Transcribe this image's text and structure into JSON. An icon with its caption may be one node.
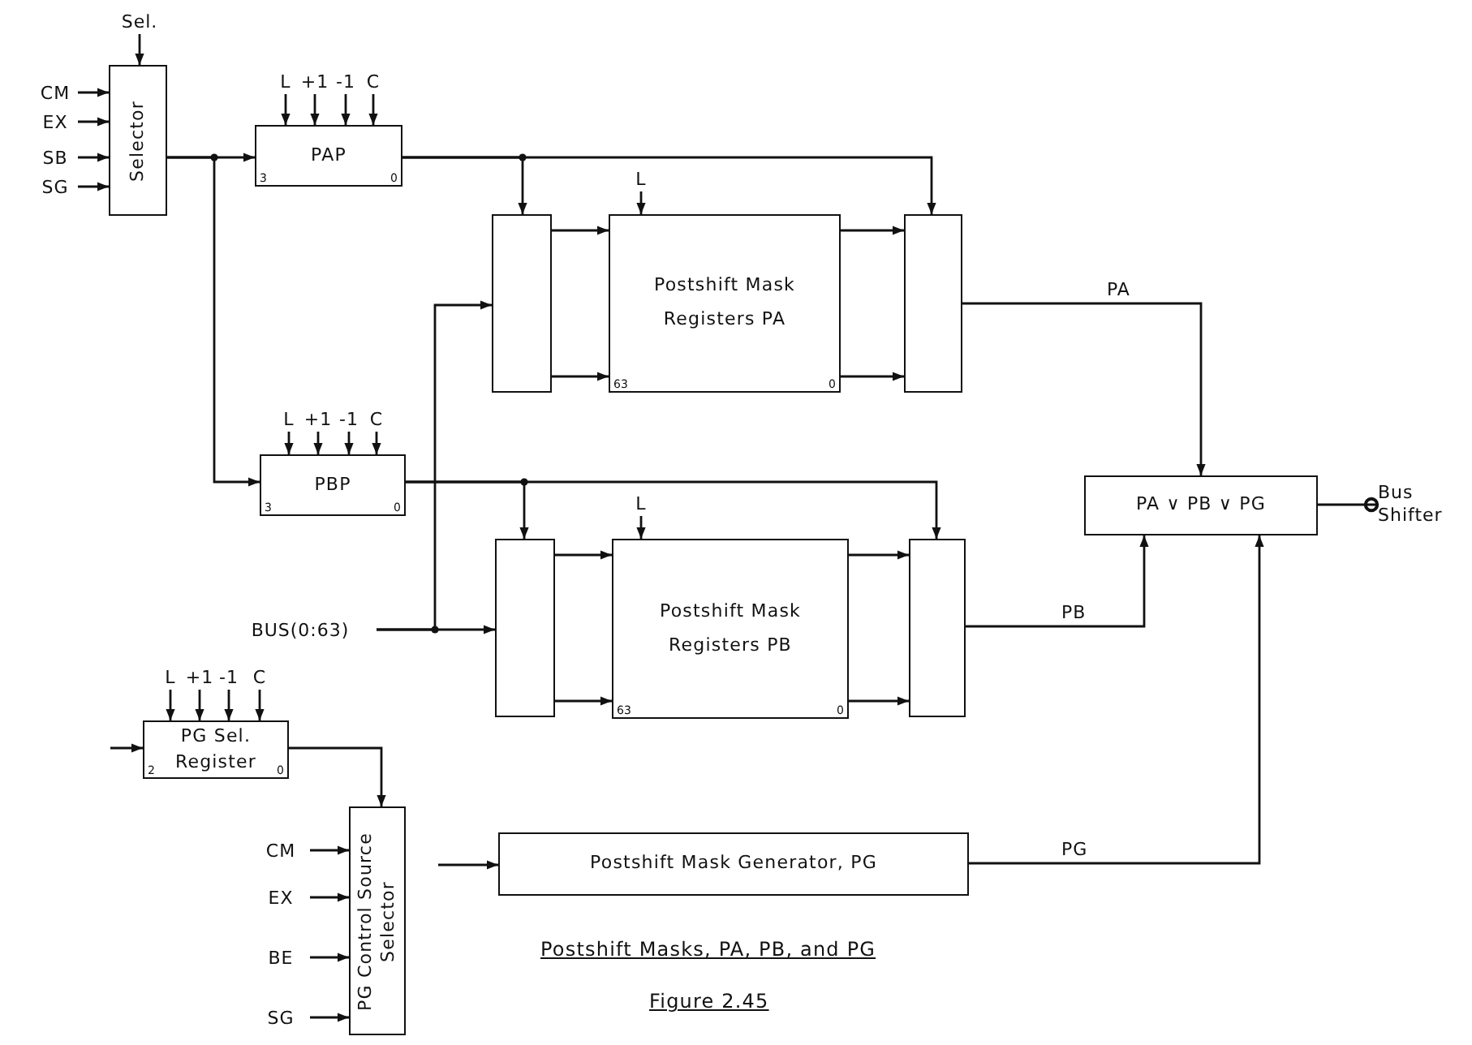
{
  "diagram": {
    "title": "Postshift Masks, PA, PB, and PG",
    "caption": "Figure 2.45",
    "nodes": [
      {
        "text": [
          "Sel."
        ]
      },
      {
        "text": [
          "CM"
        ]
      },
      {
        "text": [
          "EX"
        ]
      },
      {
        "text": [
          "SB"
        ]
      },
      {
        "text": [
          "SG"
        ]
      },
      {
        "text": [
          "Selector"
        ]
      },
      {
        "text": [
          "L"
        ]
      },
      {
        "text": [
          "+1"
        ]
      },
      {
        "text": [
          "-1"
        ]
      },
      {
        "text": [
          "C"
        ]
      },
      {
        "text": [
          "PAP",
          "3",
          "0"
        ]
      },
      {
        "text": [
          "L"
        ]
      },
      {
        "text": [
          "+1"
        ]
      },
      {
        "text": [
          "-1"
        ]
      },
      {
        "text": [
          "C"
        ]
      },
      {
        "text": [
          "PBP",
          "3",
          "0"
        ]
      },
      {
        "text": [],
        "shape": "box"
      },
      {
        "text": [
          "L"
        ]
      },
      {
        "text": [
          "Postshift Mask Registers PA",
          "63",
          "0"
        ]
      },
      {
        "text": [],
        "shape": "box"
      },
      {
        "text": [],
        "shape": "box"
      },
      {
        "text": [
          "L"
        ]
      },
      {
        "text": [
          "Postshift Mask Registers PB",
          "63",
          "0"
        ]
      },
      {
        "text": [],
        "shape": "box"
      },
      {
        "text": [
          "BUS(0:63)"
        ]
      },
      {
        "text": [
          "PA ∨ PB ∨ PG"
        ]
      },
      {
        "text": [
          "Bus Shifter"
        ]
      },
      {
        "text": [
          "L"
        ]
      },
      {
        "text": [
          "+1"
        ]
      },
      {
        "text": [
          "-1"
        ]
      },
      {
        "text": [
          "C"
        ]
      },
      {
        "text": [
          "2",
          "PG Sel. Register",
          "0"
        ]
      },
      {
        "text": [
          "CM"
        ]
      },
      {
        "text": [
          "EX"
        ]
      },
      {
        "text": [
          "BE"
        ]
      },
      {
        "text": [
          "SG"
        ]
      },
      {
        "text": [
          "PG Control Source Selector"
        ]
      },
      {
        "text": [
          "Postshift Mask Generator, PG"
        ]
      }
    ],
    "edges": [
      {
        "from": 0,
        "to": 5,
        "arrow": "to"
      },
      {
        "from": 1,
        "to": 5,
        "arrow": "to"
      },
      {
        "from": 2,
        "to": 5,
        "arrow": "to"
      },
      {
        "from": 3,
        "to": 5,
        "arrow": "to"
      },
      {
        "from": 4,
        "to": 5,
        "arrow": "to"
      },
      {
        "from": 5,
        "to": 10,
        "arrow": "to"
      },
      {
        "from": 5,
        "to": 15,
        "arrow": "to"
      },
      {
        "from": 6,
        "to": 10,
        "arrow": "to"
      },
      {
        "from": 7,
        "to": 10,
        "arrow": "to"
      },
      {
        "from": 8,
        "to": 10,
        "arrow": "to"
      },
      {
        "from": 9,
        "to": 10,
        "arrow": "to"
      },
      {
        "from": 11,
        "to": 15,
        "arrow": "to"
      },
      {
        "from": 12,
        "to": 15,
        "arrow": "to"
      },
      {
        "from": 13,
        "to": 15,
        "arrow": "to"
      },
      {
        "from": 14,
        "to": 15,
        "arrow": "to"
      },
      {
        "from": 10,
        "to": 16,
        "arrow": "to"
      },
      {
        "from": 10,
        "to": 19,
        "arrow": "to"
      },
      {
        "from": 15,
        "to": 20,
        "arrow": "to"
      },
      {
        "from": 15,
        "to": 23,
        "arrow": "to"
      },
      {
        "from": 16,
        "to": 18,
        "arrow": "to"
      },
      {
        "from": 16,
        "to": 18,
        "arrow": "to"
      },
      {
        "from": 17,
        "to": 18,
        "arrow": "to"
      },
      {
        "from": 18,
        "to": 19,
        "arrow": "to"
      },
      {
        "from": 18,
        "to": 19,
        "arrow": "to"
      },
      {
        "from": 20,
        "to": 22,
        "arrow": "to"
      },
      {
        "from": 20,
        "to": 22,
        "arrow": "to"
      },
      {
        "from": 21,
        "to": 22,
        "arrow": "to"
      },
      {
        "from": 22,
        "to": 23,
        "arrow": "to"
      },
      {
        "from": 22,
        "to": 23,
        "arrow": "to"
      },
      {
        "from": 24,
        "to": 20,
        "arrow": "to"
      },
      {
        "from": 24,
        "to": 16,
        "arrow": "to"
      },
      {
        "from": 19,
        "to": 25,
        "arrow": "to",
        "label": "PA"
      },
      {
        "from": 23,
        "to": 25,
        "arrow": "to",
        "label": "PB"
      },
      {
        "from": 37,
        "to": 25,
        "arrow": "to",
        "label": "PG"
      },
      {
        "from": 25,
        "to": 26,
        "arrow": "other"
      },
      {
        "from": 27,
        "to": 31,
        "arrow": "to"
      },
      {
        "from": 28,
        "to": 31,
        "arrow": "to"
      },
      {
        "from": 29,
        "to": 31,
        "arrow": "to"
      },
      {
        "from": 30,
        "to": 31,
        "arrow": "to"
      },
      {
        "from": null,
        "to": 31,
        "arrow": "to"
      },
      {
        "from": 31,
        "to": 36,
        "arrow": "to"
      },
      {
        "from": 32,
        "to": 36,
        "arrow": "to"
      },
      {
        "from": 33,
        "to": 36,
        "arrow": "to"
      },
      {
        "from": 34,
        "to": 36,
        "arrow": "to"
      },
      {
        "from": 35,
        "to": 36,
        "arrow": "to"
      },
      {
        "from": null,
        "to": 37,
        "arrow": "to"
      }
    ]
  }
}
